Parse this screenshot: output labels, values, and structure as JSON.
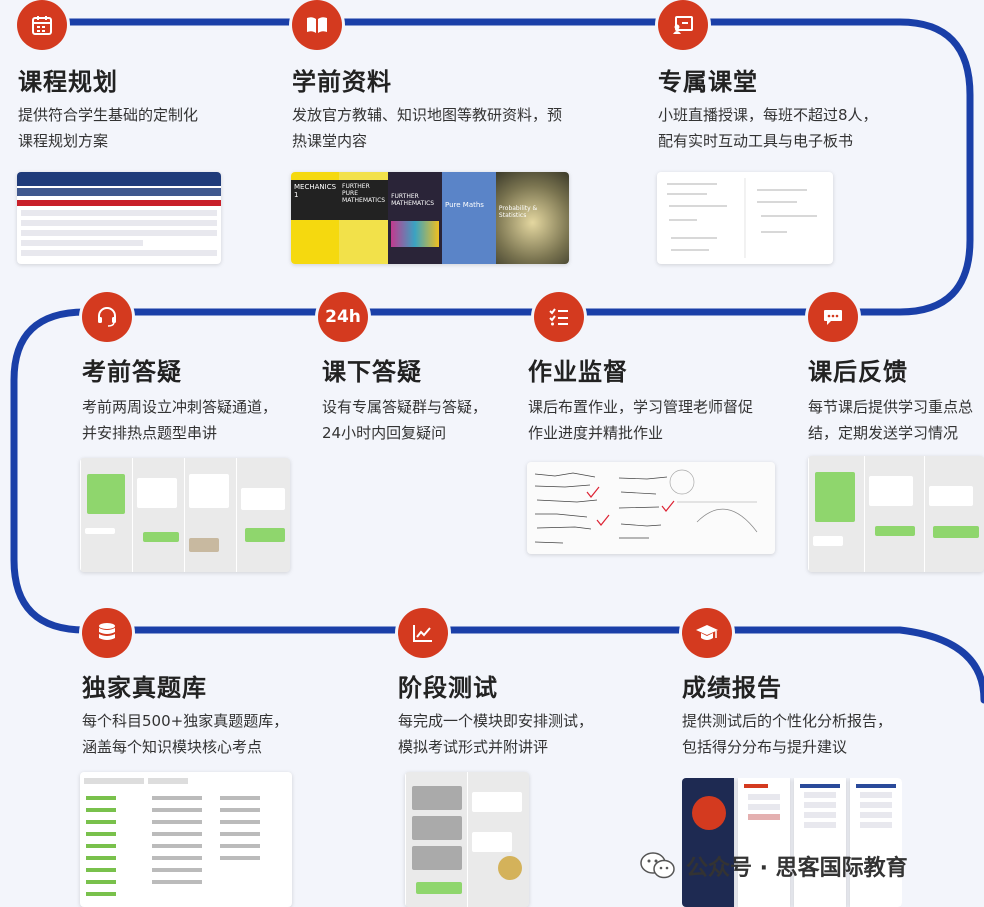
{
  "steps": [
    {
      "title": "课程规划",
      "desc1": "提供符合学生基础的定制化",
      "desc2": "课程规划方案",
      "icon": "calendar-icon"
    },
    {
      "title": "学前资料",
      "desc1": "发放官方教辅、知识地图等教研资料，预",
      "desc2": "热课堂内容",
      "icon": "book-icon"
    },
    {
      "title": "专属课堂",
      "desc1": "小班直播授课，每班不超过8人，",
      "desc2": "配有实时互动工具与电子板书",
      "icon": "classroom-icon"
    },
    {
      "title": "考前答疑",
      "desc1": "考前两周设立冲刺答疑通道，",
      "desc2": "并安排热点题型串讲",
      "icon": "headset-icon"
    },
    {
      "title": "课下答疑",
      "desc1": "设有专属答疑群与答疑，",
      "desc2": "24小时内回复疑问",
      "icon": "24h-icon",
      "icon_text": "24h"
    },
    {
      "title": "作业监督",
      "desc1": "课后布置作业，学习管理老师督促",
      "desc2": "作业进度并精批作业",
      "icon": "checklist-icon"
    },
    {
      "title": "课后反馈",
      "desc1": "每节课后提供学习重点总",
      "desc2": "结，定期发送学习情况",
      "icon": "chat-icon"
    },
    {
      "title": "独家真题库",
      "desc1": "每个科目500+独家真题题库，",
      "desc2": "涵盖每个知识模块核心考点",
      "icon": "database-icon"
    },
    {
      "title": "阶段测试",
      "desc1": "每完成一个模块即安排测试，",
      "desc2": "模拟考试形式并附讲评",
      "icon": "chart-line-icon"
    },
    {
      "title": "成绩报告",
      "desc1": "提供测试后的个性化分析报告，",
      "desc2": "包括得分分布与提升建议",
      "icon": "graduation-cap-icon"
    }
  ],
  "books": [
    "MECHANICS 1",
    "FURTHER PURE MATHEMATICS",
    "FURTHER MATHEMATICS",
    "Pure Maths",
    "Probability & Statistics"
  ],
  "watermark": {
    "text": "公众号 · 思客国际教育",
    "icon": "wechat-icon"
  },
  "colors": {
    "accent": "#d43a1f",
    "path": "#1a3fa8"
  }
}
